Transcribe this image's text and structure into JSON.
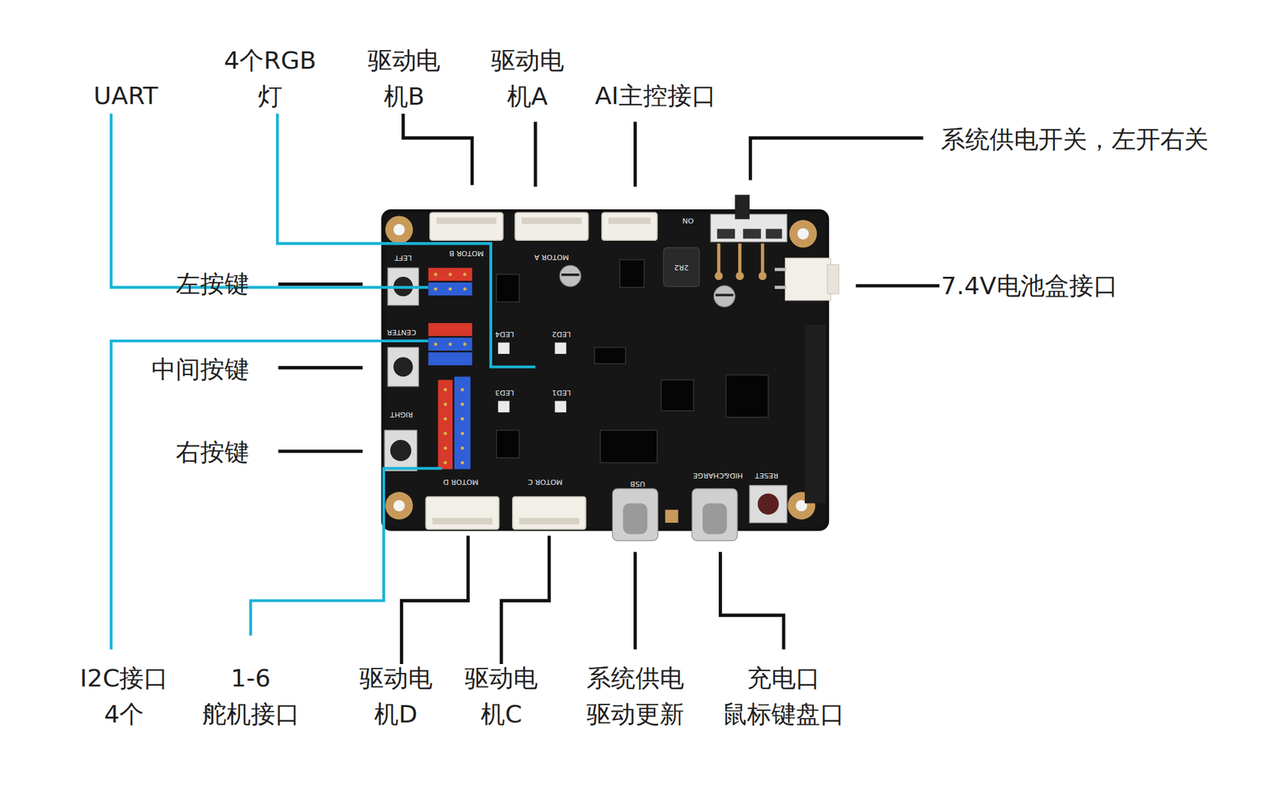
{
  "diagram": {
    "labels": [
      "UART",
      "4个RGB 灯",
      "驱动电 机B",
      "驱动电 机A",
      "AI主控接口",
      "系统供电开关，左开右关",
      "左按键",
      "7.4V电池盒接口",
      "中间按键",
      "右按键",
      "I2C接口 4个",
      "1-6 舵机接口",
      "驱动电 机D",
      "驱动电 机C",
      "系统供电 驱动更新",
      "充电口 鼠标键盘口",
      "LEFT",
      "CENTER",
      "RIGHT",
      "MOTOR B",
      "MOTOR A",
      "MOTOR D",
      "MOTOR C",
      "LED4",
      "LED2",
      "LED3",
      "LED1",
      "2R2",
      "ON",
      "USB",
      "HID&CHARGE",
      "RESET"
    ]
  }
}
